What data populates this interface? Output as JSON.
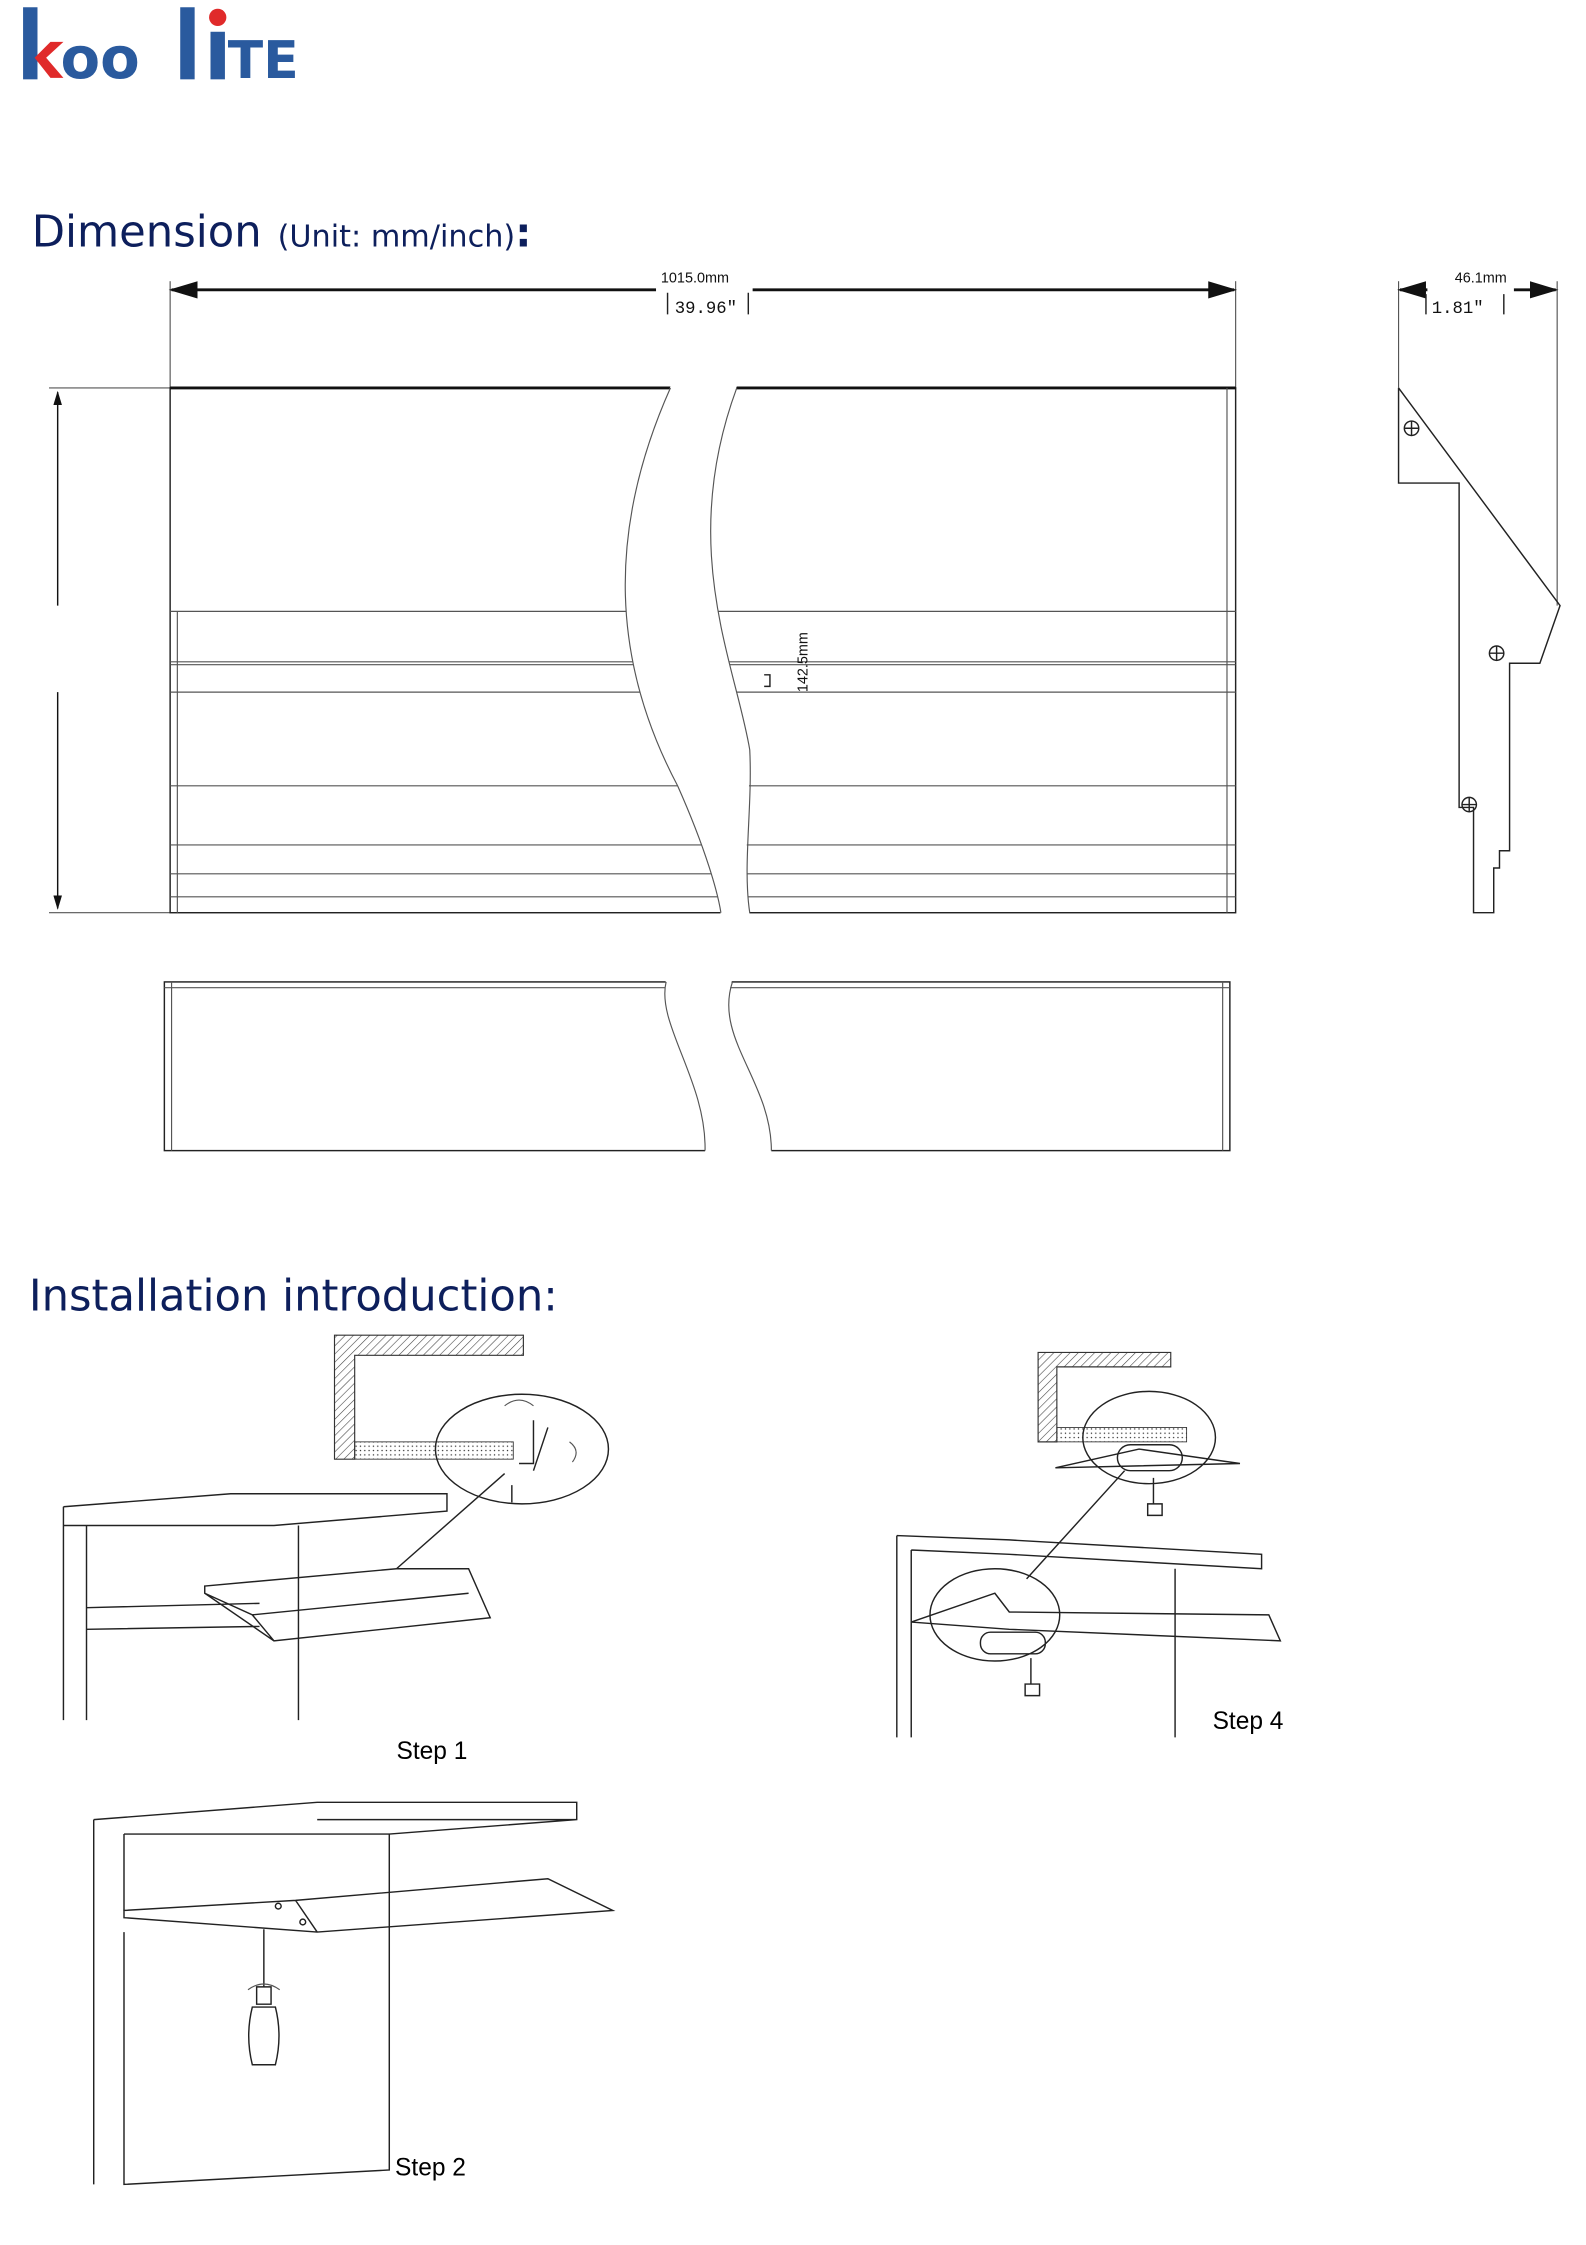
{
  "logo": {
    "text": "koolite",
    "colors": {
      "blue": "#2a5a9e",
      "red": "#e02a2a"
    }
  },
  "dimension": {
    "heading": "Dimension",
    "unit_note": "(Unit: mm/inch)",
    "colon": ":",
    "length_mm": "1015.0mm",
    "length_in": "39.96\"",
    "height_mm": "142.5mm",
    "depth_mm": "46.1mm",
    "depth_in": "1.81\""
  },
  "installation": {
    "heading": "Installation introduction:",
    "steps": [
      {
        "label": "Step 1"
      },
      {
        "label": "Step 4"
      },
      {
        "label": "Step 2"
      }
    ]
  },
  "colors": {
    "heading": "#0d1f5c"
  }
}
